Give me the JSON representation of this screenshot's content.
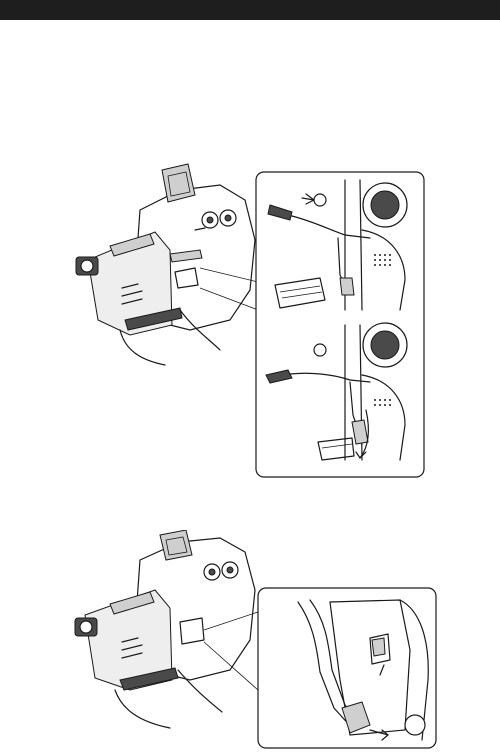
{
  "page": {
    "background": "#ffffff",
    "header_bar_color": "#1e1e1e"
  },
  "figures": [
    {
      "id": "top",
      "icons": [
        "camcorder-housing",
        "cable-plug-detail-upper",
        "cable-plug-detail-lower",
        "arrow-icon"
      ]
    },
    {
      "id": "bottom",
      "icons": [
        "camcorder-housing",
        "cable-plug-detail",
        "arrow-icon"
      ]
    }
  ]
}
